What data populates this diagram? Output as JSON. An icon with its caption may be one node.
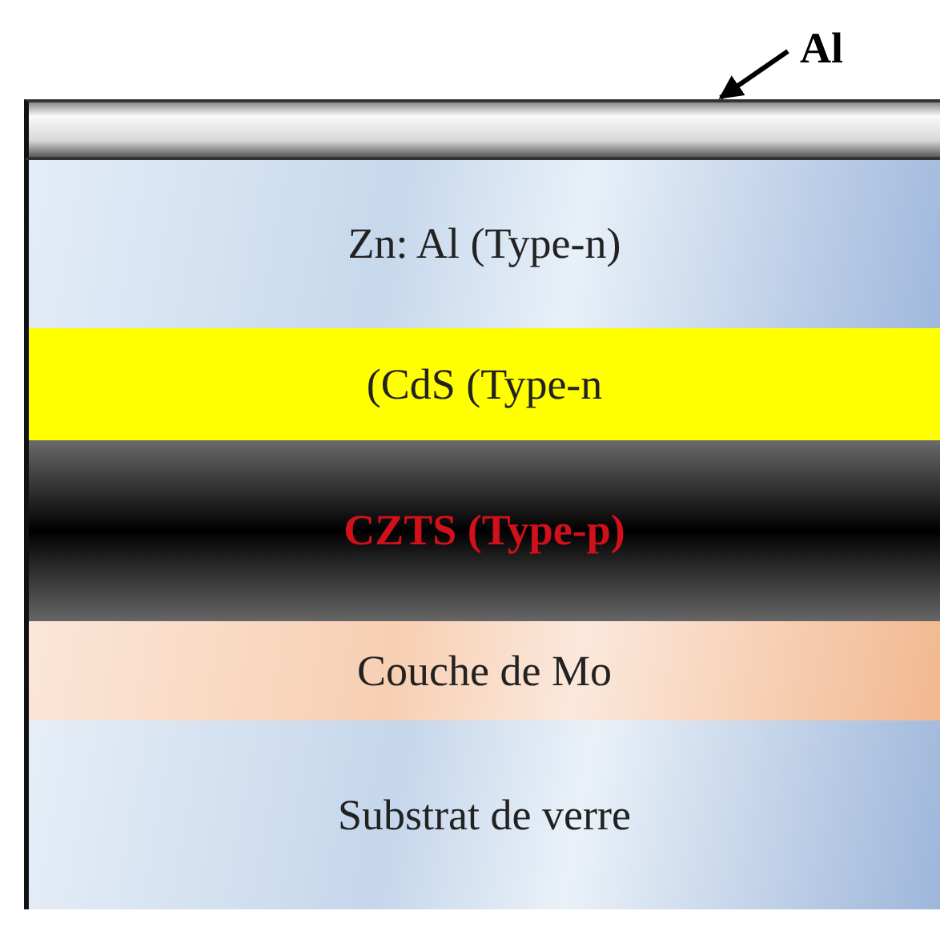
{
  "diagram": {
    "nodes": [
      {
        "text": [
          "Al"
        ]
      },
      {
        "text": [],
        "shape": "bar"
      },
      {
        "text": [
          "Zn: Al (Type-n)"
        ]
      },
      {
        "text": [
          "(CdS (Type-n"
        ]
      },
      {
        "text": [
          "CZTS (Type-p)"
        ]
      },
      {
        "text": [
          "Couche de Mo"
        ]
      },
      {
        "text": [
          "Substrat de verre"
        ]
      }
    ],
    "edges": [
      {
        "from": 0,
        "to": 1,
        "arrow": "to"
      }
    ]
  }
}
